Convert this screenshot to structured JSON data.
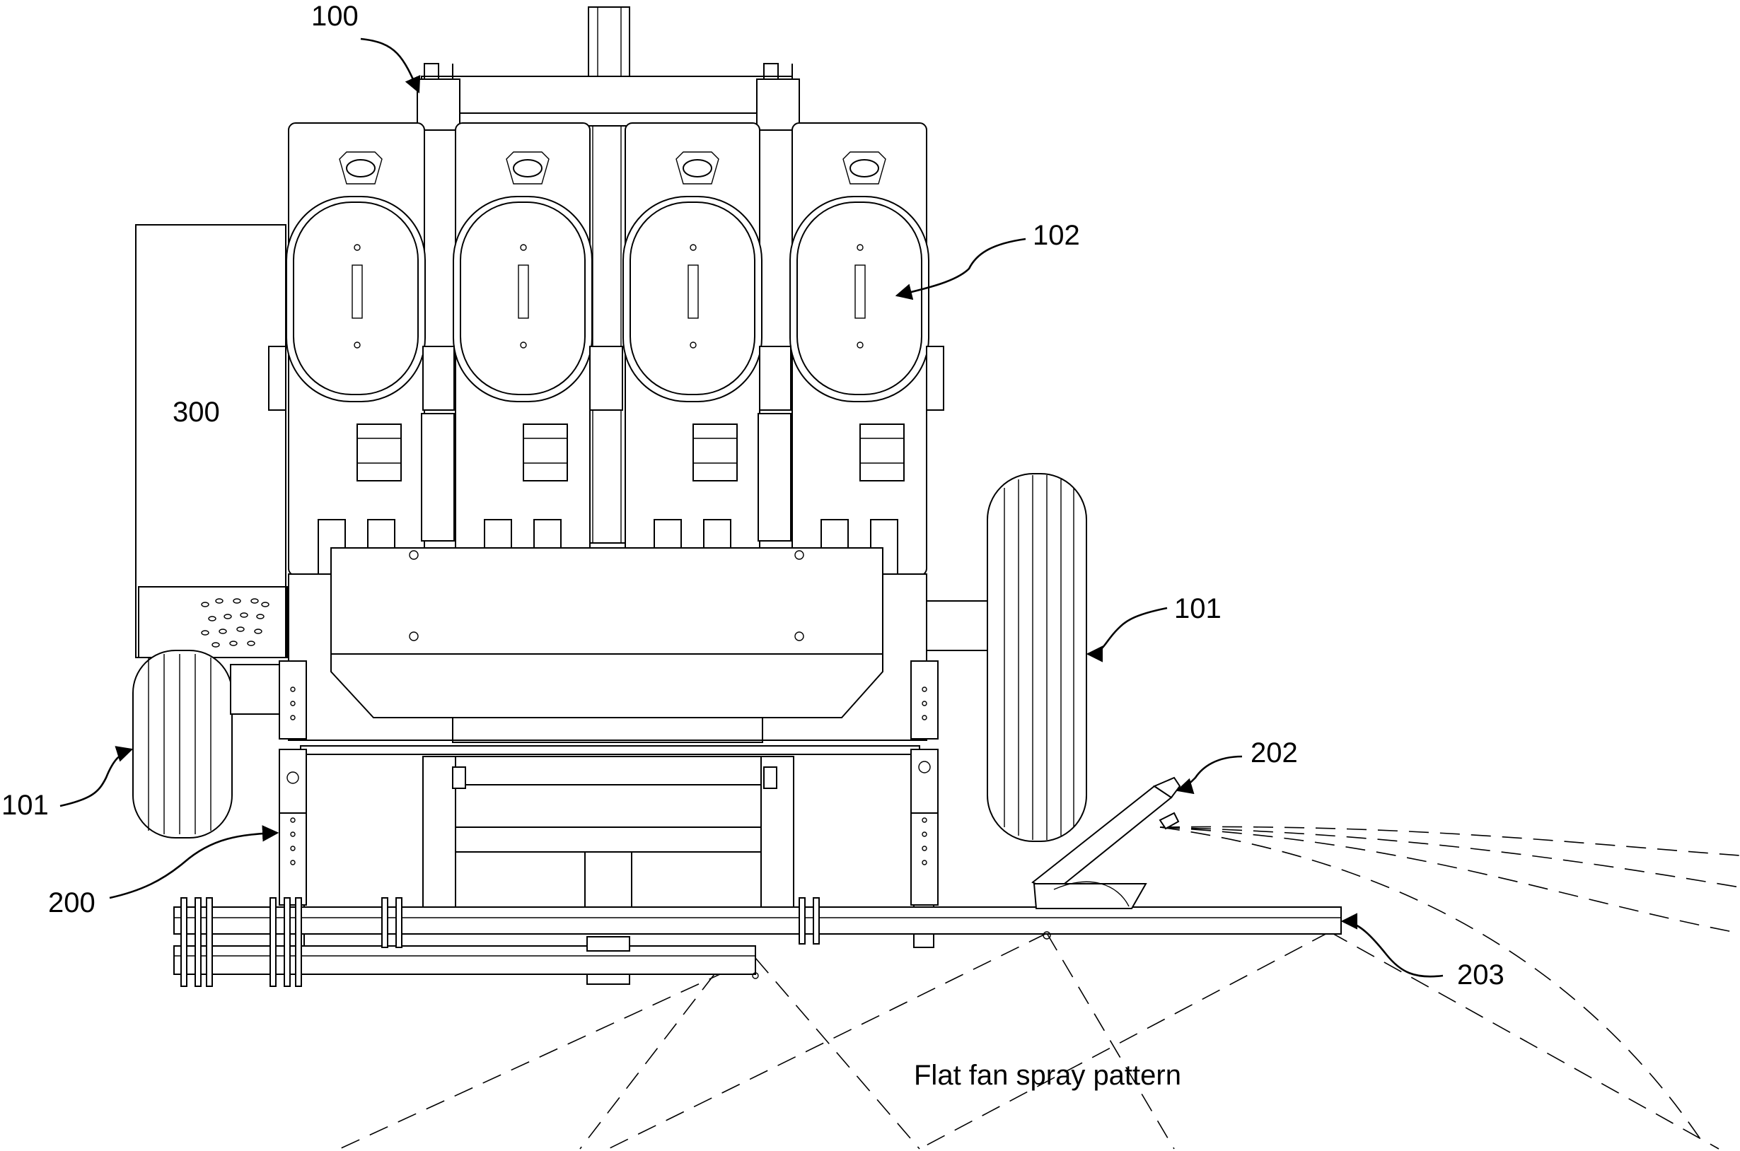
{
  "figure": {
    "reference_labels": {
      "frame": "100",
      "wheel_right": "101",
      "wheel_left": "101",
      "hopper": "102",
      "control_box": "300",
      "bracket": "200",
      "side_nozzle": "202",
      "boom": "203"
    },
    "caption": "Flat fan spray pattern"
  }
}
